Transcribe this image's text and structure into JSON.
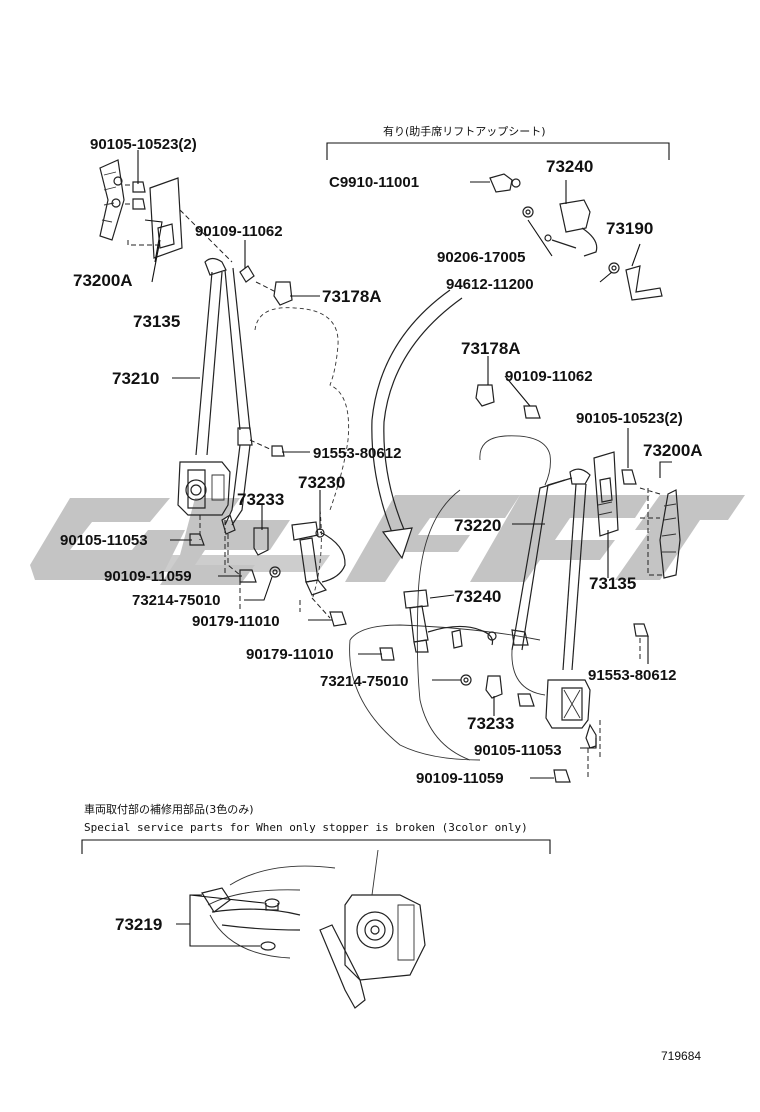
{
  "labels": {
    "bolt_90105_top_left": "90105-10523(2)",
    "bolt_90105_right": "90105-10523(2)",
    "p73200A_left": "73200A",
    "p73200A_right": "73200A",
    "p73135_left": "73135",
    "p73135_right": "73135",
    "bolt_90109_11062_left": "90109-11062",
    "bolt_90109_11062_right": "90109-11062",
    "p73178A_left": "73178A",
    "p73178A_right": "73178A",
    "p73210": "73210",
    "p73220": "73220",
    "bolt_91553_left": "91553-80612",
    "bolt_91553_right": "91553-80612",
    "p73233_left": "73233",
    "p73233_right": "73233",
    "p73230": "73230",
    "bolt_90105_11053_left": "90105-11053",
    "bolt_90105_11053_right": "90105-11053",
    "bolt_90109_11059_left": "90109-11059",
    "bolt_90109_11059_right": "90109-11059",
    "p73214_left": "73214-75010",
    "p73214_right": "73214-75010",
    "nut_90179_left": "90179-11010",
    "nut_90179_right": "90179-11010",
    "p73240_main": "73240",
    "p73240_option": "73240",
    "p73190": "73190",
    "c9910": "C9910-11001",
    "p90206": "90206-17005",
    "p94612": "94612-11200",
    "p73219": "73219"
  },
  "notes": {
    "lift_seat_option": "有り(助手席リフトアップシート)",
    "service_parts_jp": "車両取付部の補修用部品(3色のみ)",
    "service_parts_en": "Special service parts for When only stopper is broken (3color only)",
    "diagram_number": "719684"
  },
  "colors": {
    "watermark": "#c4c4c4",
    "line": "#222222",
    "background": "#ffffff"
  }
}
